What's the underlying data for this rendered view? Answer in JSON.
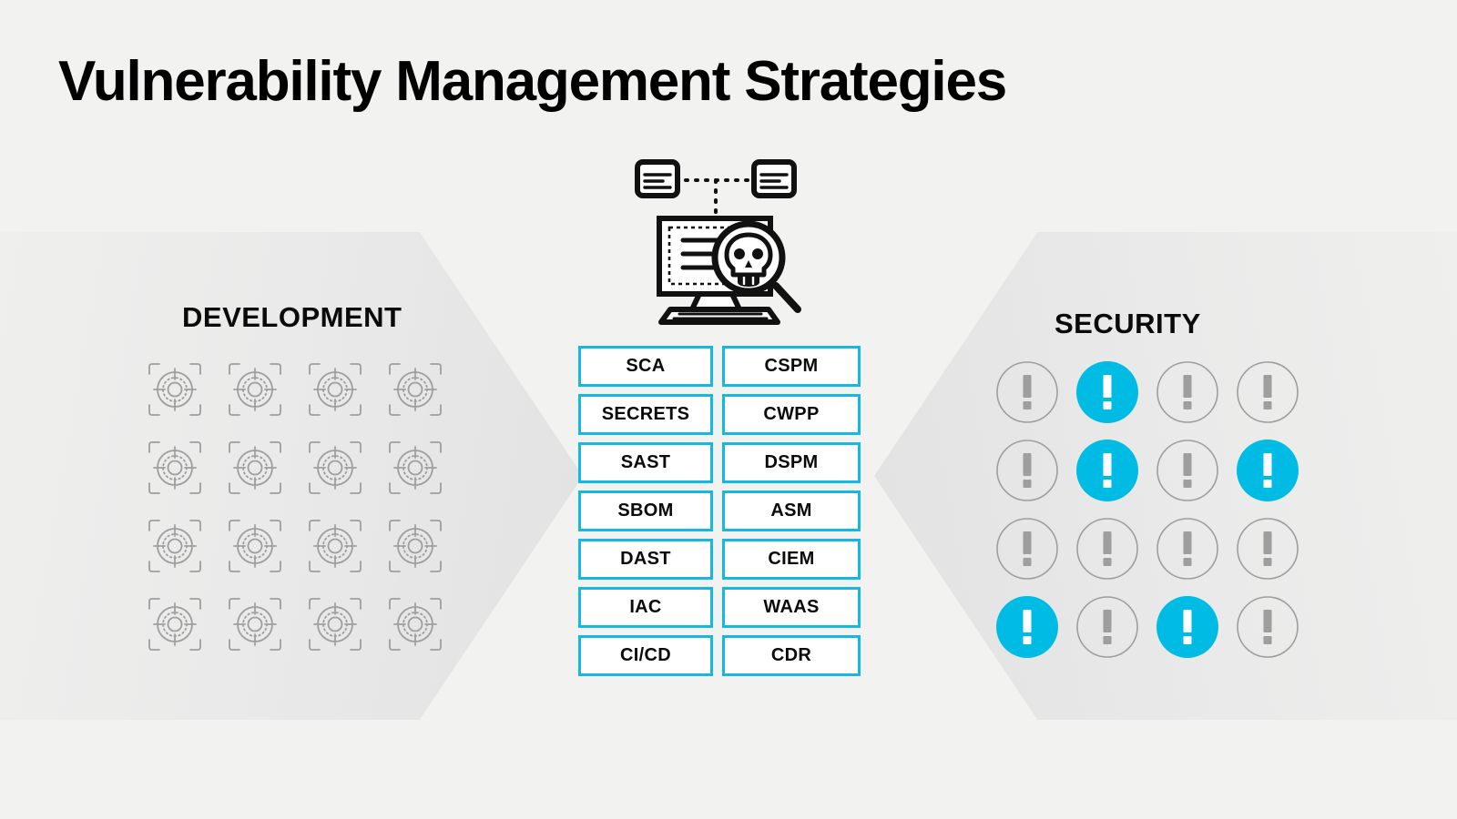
{
  "page": {
    "title": "Vulnerability Management Strategies",
    "background_color": "#f2f2f0",
    "accent_color": "#00bce4",
    "border_accent_color": "#14b8e0",
    "panel_color": "#e6e6e6",
    "muted_color": "#9e9e9e"
  },
  "left_section": {
    "heading": "DEVELOPMENT",
    "icon_name": "target-crosshair-icon",
    "grid": {
      "rows": 4,
      "columns": 4,
      "total": 16
    }
  },
  "right_section": {
    "heading": "SECURITY",
    "icon_name": "alert-exclamation-icon",
    "grid": {
      "rows": 4,
      "columns": 4,
      "total": 16
    },
    "highlighted_cells": [
      [
        false,
        true,
        false,
        false
      ],
      [
        false,
        true,
        false,
        true
      ],
      [
        false,
        false,
        false,
        false
      ],
      [
        true,
        false,
        true,
        false
      ]
    ]
  },
  "center_icon": {
    "name": "vulnerability-scanner-icon",
    "parts": [
      "document-card-left",
      "document-card-right",
      "dotted-connector",
      "monitor",
      "magnifier-skull"
    ]
  },
  "strategies": {
    "left_column": [
      {
        "label": "SCA"
      },
      {
        "label": "SECRETS"
      },
      {
        "label": "SAST"
      },
      {
        "label": "SBOM"
      },
      {
        "label": "DAST"
      },
      {
        "label": "IAC"
      },
      {
        "label": "CI/CD"
      }
    ],
    "right_column": [
      {
        "label": "CSPM"
      },
      {
        "label": "CWPP"
      },
      {
        "label": "DSPM"
      },
      {
        "label": "ASM"
      },
      {
        "label": "CIEM"
      },
      {
        "label": "WAAS"
      },
      {
        "label": "CDR"
      }
    ]
  }
}
